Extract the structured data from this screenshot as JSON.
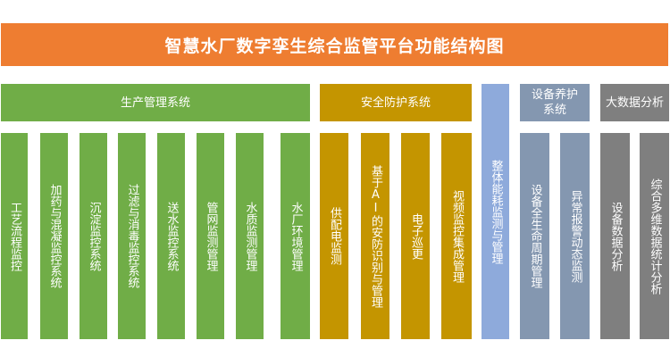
{
  "title": "智慧水厂数字孪生综合监管平台功能结构图",
  "groups": {
    "production": {
      "label": "生产管理系统",
      "items": [
        "工艺流程监控",
        "加药与混凝监控系统",
        "沉淀监控系统",
        "过滤与消毒监控系统",
        "送水监控系统",
        "管网监测管理",
        "水质监测管理",
        "水厂环境管理"
      ]
    },
    "security": {
      "label": "安全防护系统",
      "items": [
        "供配电监测",
        "基于AI的安防识别与管理",
        "电子巡更",
        "视频监控集成管理"
      ]
    },
    "energy": {
      "label": "整体能耗监测与管理"
    },
    "equipment": {
      "label": "设备养护系统",
      "items": [
        "设备全生命周期管理",
        "异常报警动态监测"
      ]
    },
    "bigdata": {
      "label": "大数据分析",
      "items": [
        "设备数据分析",
        "综合多维数据统计分析"
      ]
    }
  },
  "colors": {
    "title": "#ee7d31",
    "production": "#70ad47",
    "security": "#c49500",
    "energy": "#8eaadb",
    "equipment": "#8497b0",
    "bigdata": "#7f7f7f"
  }
}
